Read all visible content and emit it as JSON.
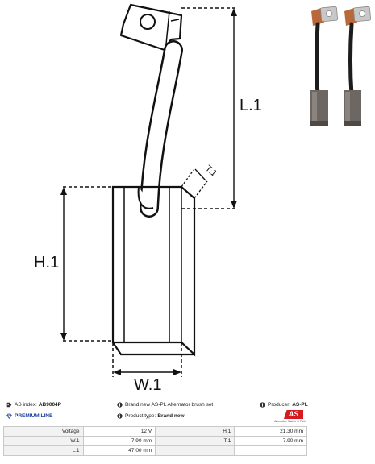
{
  "diagram": {
    "labels": {
      "length": "L.1",
      "height": "H.1",
      "width": "W.1",
      "thickness": "T.1"
    }
  },
  "info": {
    "index_label": "AS index:",
    "index_value": "AB9004P",
    "line_label": "PREMIUM LINE",
    "description": "Brand new AS-PL Alternator brush set",
    "producer_label": "Producer:",
    "producer_value": "AS-PL",
    "product_type_label": "Product type:",
    "product_type_value": "Brand new",
    "logo_text": "AS",
    "logo_tagline": "Alternator, Starter & Parts"
  },
  "specs": {
    "rows": [
      [
        {
          "label": "Voltage",
          "value": "12 V"
        },
        {
          "label": "H.1",
          "value": "21.30 mm"
        }
      ],
      [
        {
          "label": "W.1",
          "value": "7.90 mm"
        },
        {
          "label": "T.1",
          "value": "7.90 mm"
        }
      ],
      [
        {
          "label": "L.1",
          "value": "47.00 mm"
        },
        {
          "label": "",
          "value": ""
        }
      ]
    ]
  },
  "colors": {
    "brush": "#6d6763",
    "copper": "#b8683a",
    "logo_red": "#d71920",
    "premium_blue": "#1a3f9a"
  }
}
